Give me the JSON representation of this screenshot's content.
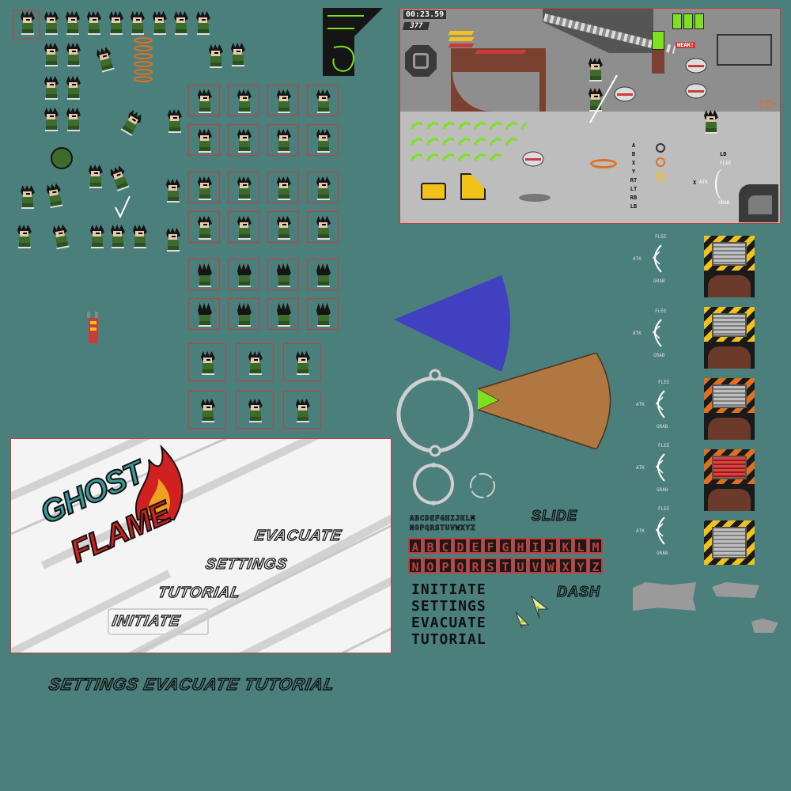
{
  "hud": {
    "timer": "00:23.59",
    "score": "377",
    "badge_text": "WEAK!",
    "button_labels": [
      "A",
      "B",
      "X",
      "Y",
      "RT",
      "LT",
      "RB",
      "LB"
    ],
    "control_hint": {
      "lb": "LB",
      "flee": "FLEE",
      "atk": "ATK",
      "grab": "GRAB",
      "x": "X"
    }
  },
  "title_screen": {
    "logo_word_1": "GHOST",
    "logo_word_2": "FLAME",
    "menu": [
      {
        "label": "EVACUATE"
      },
      {
        "label": "SETTINGS"
      },
      {
        "label": "TUTORIAL"
      },
      {
        "label": "INITIATE"
      }
    ]
  },
  "bottom_menu_line": "SETTINGS EVACUATE TUTORIAL",
  "alphabet": {
    "row1": "ABCDEFGHIJKLM",
    "row2": "NOPQRSTUVWXYZ"
  },
  "bold_menu": [
    "INITIATE",
    "SETTINGS",
    "EVACUATE",
    "TUTORIAL"
  ],
  "action_labels": {
    "slide": "SLIDE",
    "dash": "DASH"
  },
  "aim_labels": {
    "flee": "FLEE",
    "atk": "ATK",
    "grab": "GRAB"
  },
  "colors": {
    "background": "#4b7f7c",
    "frame_red": "#c83c3c",
    "hazard_yellow": "#f2c21b",
    "hazard_orange": "#e07020",
    "cone_blue": "#4040c0",
    "cone_brown": "#b07840",
    "logo_teal": "#3a9a9a",
    "logo_red": "#d02020",
    "flame_orange": "#f0a020"
  }
}
